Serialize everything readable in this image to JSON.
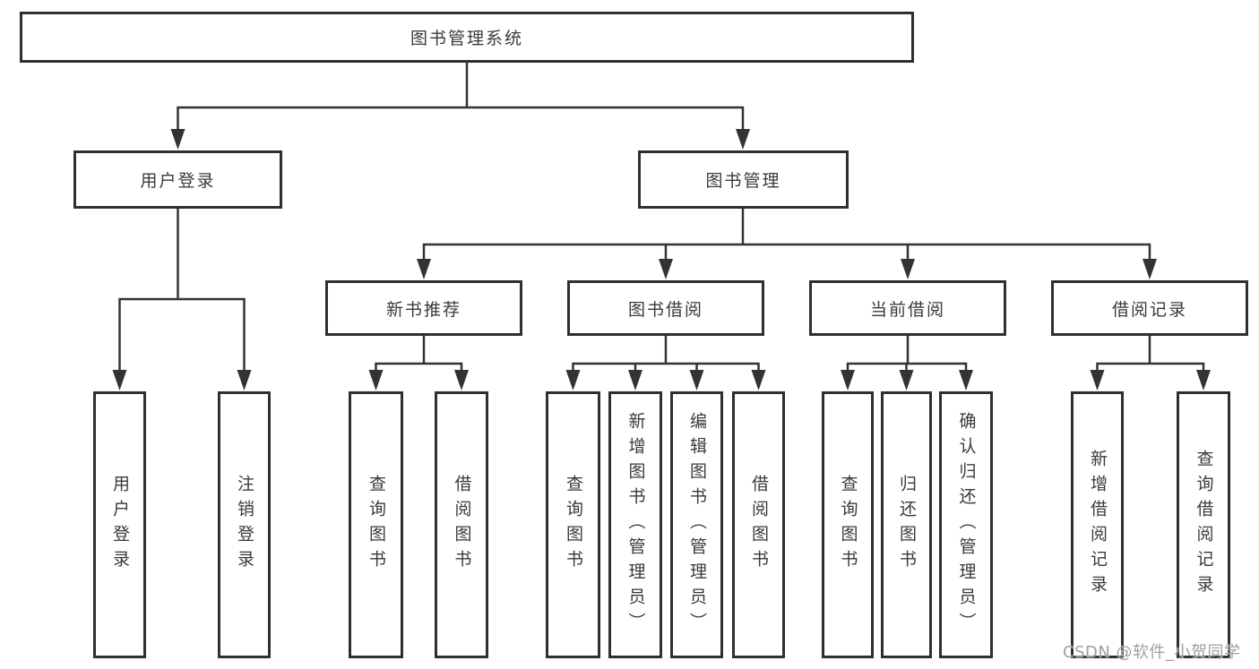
{
  "tree": {
    "label": "图书管理系统",
    "children": [
      {
        "label": "用户登录",
        "children": [
          {
            "label": "用户登录"
          },
          {
            "label": "注销登录"
          }
        ]
      },
      {
        "label": "图书管理",
        "children": [
          {
            "label": "新书推荐",
            "children": [
              {
                "label": "查询图书"
              },
              {
                "label": "借阅图书"
              }
            ]
          },
          {
            "label": "图书借阅",
            "children": [
              {
                "label": "查询图书"
              },
              {
                "label": "新增图书（管理员）"
              },
              {
                "label": "编辑图书（管理员）"
              },
              {
                "label": "借阅图书"
              }
            ]
          },
          {
            "label": "当前借阅",
            "children": [
              {
                "label": "查询图书"
              },
              {
                "label": "归还图书"
              },
              {
                "label": "确认归还（管理员）"
              }
            ]
          },
          {
            "label": "借阅记录",
            "children": [
              {
                "label": "新增借阅记录"
              },
              {
                "label": "查询借阅记录"
              }
            ]
          }
        ]
      }
    ]
  },
  "watermark": {
    "text": "CSDN @软件_小贺同学"
  },
  "colors": {
    "line": "#333333",
    "box_border": "#2f2f2f",
    "text": "#3a3a3a",
    "watermark": "#9f9f9f",
    "background": "#ffffff"
  }
}
